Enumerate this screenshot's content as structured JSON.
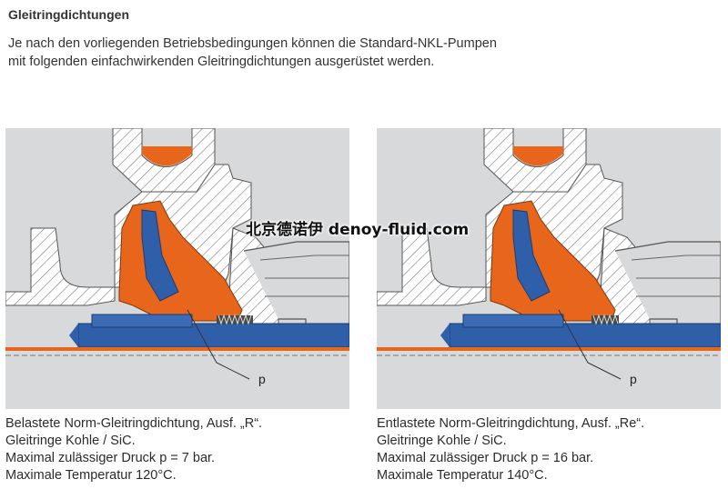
{
  "heading": "Gleitringdichtungen",
  "intro": {
    "line1": "Je nach den vorliegenden Betriebsbedingungen können die Standard-NKL-Pumpen",
    "line2": "mit folgenden einfachwirkenden Gleitringdichtungen ausgerüstet werden."
  },
  "figures": [
    {
      "label": "p",
      "caption": [
        "Belastete Norm-Gleitringdichtung, Ausf. „R“.",
        "Gleitringe Kohle / SiC.",
        "Maximal zulässiger Druck p = 7 bar.",
        "Maximale Temperatur 120°C."
      ]
    },
    {
      "label": "p",
      "caption": [
        "Entlastete Norm-Gleitringdichtung, Ausf. „Re“.",
        "Gleitringe Kohle / SiC.",
        "Maximal zulässiger Druck p = 16 bar.",
        "Maximale Temperatur 140°C."
      ]
    }
  ],
  "watermark": "北京德诺伊 denoy-fluid.com",
  "colors": {
    "background_panel": "#d8d9db",
    "impeller": "#e8661c",
    "shaft": "#2f5fa8",
    "hatch": "#7a7a7a"
  }
}
